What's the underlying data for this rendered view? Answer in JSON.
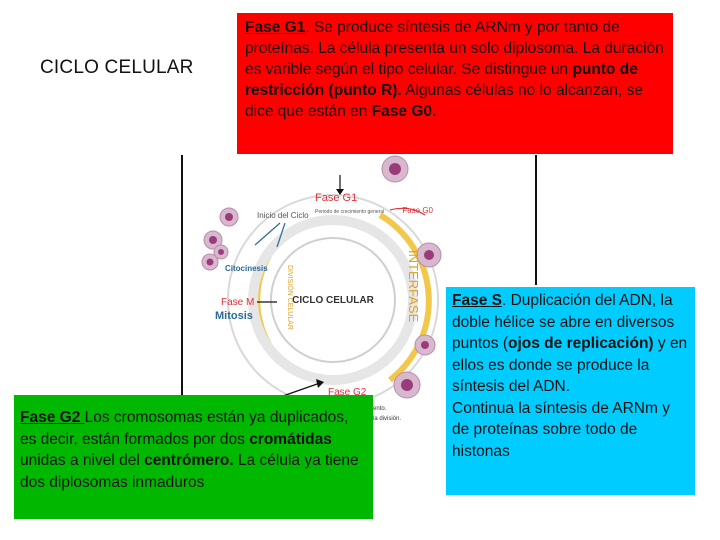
{
  "title": "CICLO CELULAR",
  "g1": {
    "heading": "Fase G1",
    "part1": ". Se produce síntesis de ARNm y por tanto de proteínas. La célula presenta un solo diplosoma. La duración es varible según el tipo celular. Se distingue un ",
    "bold1": "punto de restricción (punto R).",
    "part2": " Algunas células no lo alcanzan, se dice que están en ",
    "bold2": "Fase G0."
  },
  "s": {
    "heading": "Fase S",
    "part1": ". Duplicación del ADN, la doble hélice se abre en diversos puntos (",
    "bold1": "ojos de replicación)",
    "part2": " y  en ellos es donde se produce la síntesis del ADN.",
    "part3": "Continua la síntesis de ARNm y de proteínas sobre todo de histonas"
  },
  "g2": {
    "heading": "Fase G2 ",
    "part1": " Los cromosomas están ya duplicados, es decir, están formados por dos ",
    "bold1": "cromátidas",
    "part2": " unidas a nivel del ",
    "bold2": "centrómero.",
    "part3": " La célula ya tiene dos diplosomas inmaduros"
  },
  "diagram": {
    "center_label": "CICLO CELULAR",
    "fase_g1": "Fase G1",
    "g1_sub": "Periodo de crecimiento general",
    "fase_g0": "Fase G0",
    "inicio": "Inicio del Ciclo",
    "citocinesis": "Citocinesis",
    "fase_m": "Fase M",
    "mitosis": "Mitosis",
    "division": "DIVISIÓN CELULAR",
    "interfase": "INTERFASE",
    "fase_g2": "Fase G2",
    "cut_text_1": "ento.",
    "cut_text_2": "la división."
  },
  "colors": {
    "g1_box": "#ff0000",
    "s_box": "#00ccff",
    "g2_box": "#00b800",
    "diagram_red": "#e0323c",
    "diagram_blue": "#2b6a9a"
  }
}
